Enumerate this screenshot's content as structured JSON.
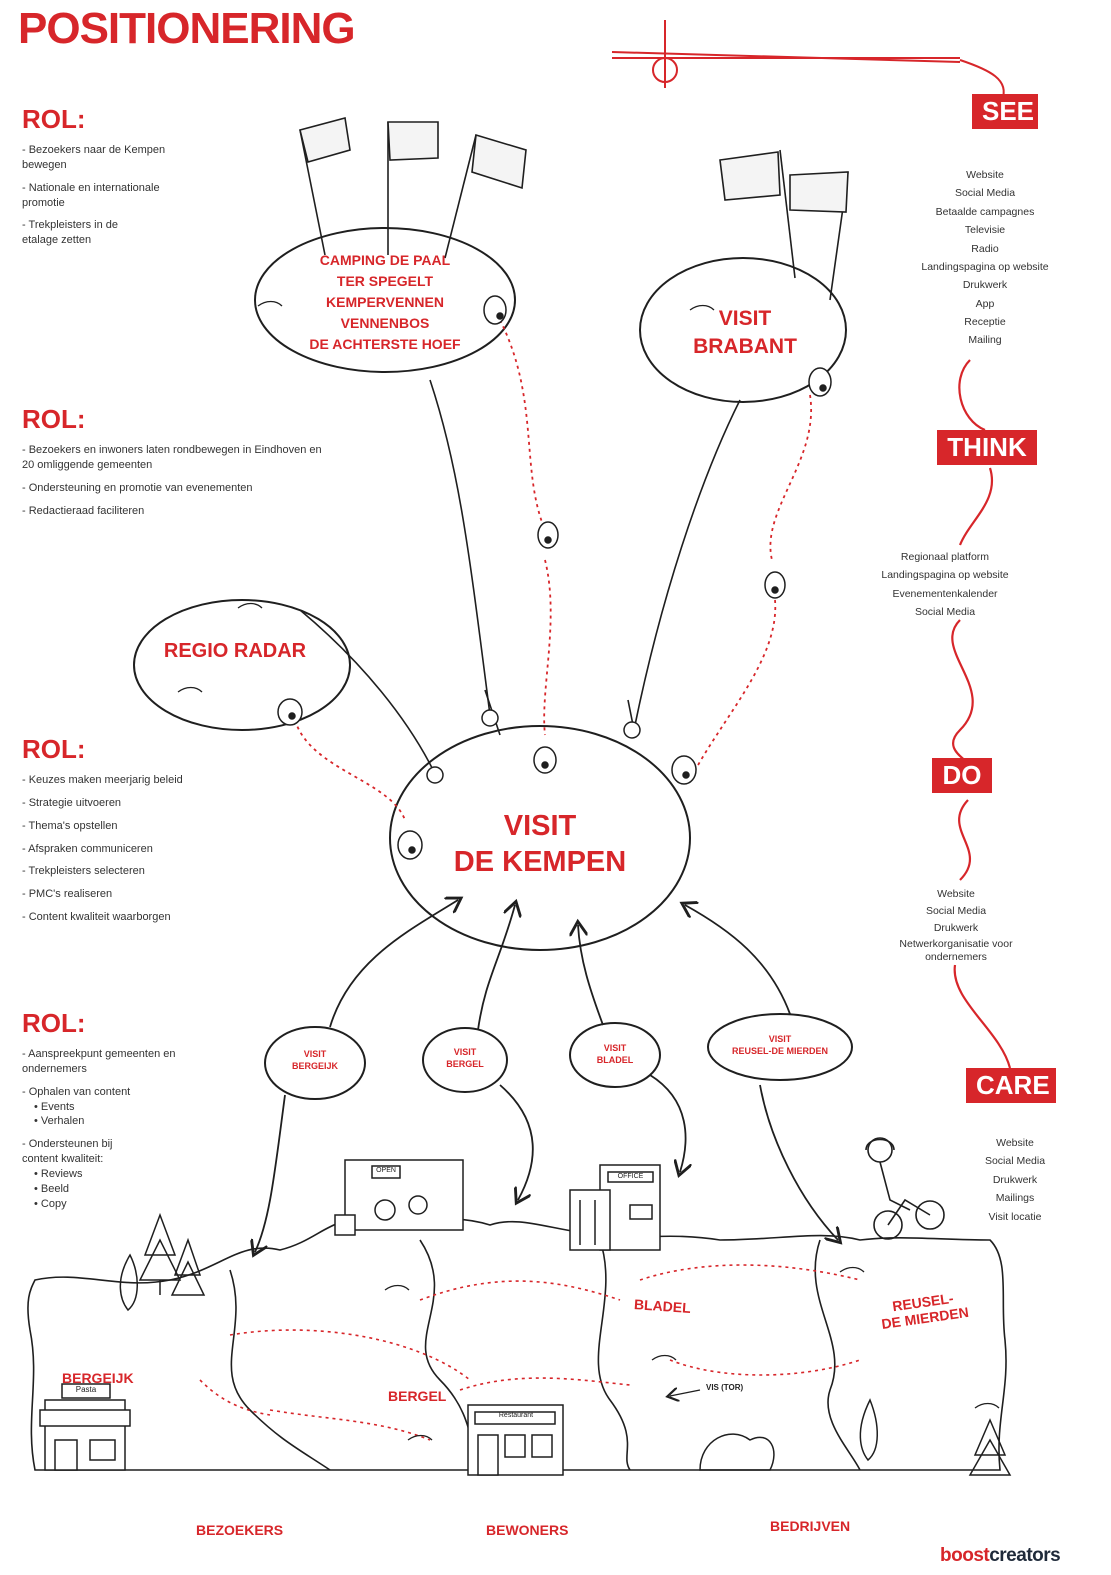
{
  "title": "POSITIONERING",
  "roles": [
    {
      "heading": "ROL:",
      "items": [
        "- Bezoekers naar de Kempen bewegen",
        "- Nationale en internationale promotie",
        "- Trekpleisters in de etalage zetten"
      ]
    },
    {
      "heading": "ROL:",
      "items": [
        "- Bezoekers en inwoners laten rondbewegen in Eindhoven en 20 omliggende gemeenten",
        "- Ondersteuning en promotie van evenementen",
        "- Redactieraad faciliteren"
      ]
    },
    {
      "heading": "ROL:",
      "items": [
        "- Keuzes maken meerjarig beleid",
        "- Strategie uitvoeren",
        "- Thema's opstellen",
        "- Afspraken communiceren",
        "- Trekpleisters selecteren",
        "- PMC's realiseren",
        "- Content kwaliteit waarborgen"
      ]
    },
    {
      "heading": "ROL:",
      "items": [
        "- Aanspreekpunt gemeenten en ondernemers",
        "- Ophalen van content",
        "• Events",
        "• Verhalen",
        "- Ondersteunen bij content kwaliteit:",
        "• Reviews",
        "• Beeld",
        "• Copy"
      ]
    }
  ],
  "bubbles": {
    "camping": [
      "CAMPING DE PAAL",
      "TER SPEGELT",
      "KEMPERVENNEN",
      "VENNENBOS",
      "DE ACHTERSTE HOEF"
    ],
    "brabant": [
      "VISIT",
      "BRABANT"
    ],
    "regio": "REGIO RADAR",
    "kempen": [
      "VISIT",
      "DE KEMPEN"
    ],
    "small": [
      {
        "l1": "VISIT",
        "l2": "BERGEIJK"
      },
      {
        "l1": "VISIT",
        "l2": "BERGEL"
      },
      {
        "l1": "VISIT",
        "l2": "BLADEL"
      },
      {
        "l1": "VISIT",
        "l2": "REUSEL-DE MIERDEN"
      }
    ]
  },
  "stages": [
    {
      "label": "SEE",
      "items": [
        "Website",
        "Social Media",
        "Betaalde campagnes",
        "Televisie",
        "Radio",
        "Landingspagina op website",
        "Drukwerk",
        "App",
        "Receptie",
        "Mailing"
      ]
    },
    {
      "label": "THINK",
      "items": [
        "Regionaal platform",
        "Landingspagina op website",
        "Evenementenkalender",
        "Social Media"
      ]
    },
    {
      "label": "DO",
      "items": [
        "Website",
        "Social Media",
        "Drukwerk",
        "Netwerkorganisatie voor",
        "ondernemers"
      ]
    },
    {
      "label": "CARE",
      "items": [
        "Website",
        "Social Media",
        "Drukwerk",
        "Mailings",
        "Visit locatie"
      ]
    }
  ],
  "map_labels": {
    "bergeijk": "BERGEIJK",
    "bergel": "BERGEL",
    "bladel": "BLADEL",
    "reusel1": "REUSEL-",
    "reusel2": "DE MIERDEN",
    "vvv": "VIS (TOR)",
    "sign_pasta": "Pasta",
    "sign_restaurant": "Restaurant",
    "sign_open": "OPEN",
    "sign_office": "OFFICE"
  },
  "bottom": [
    "BEZOEKERS",
    "BEWONERS",
    "BEDRIJVEN"
  ],
  "brand": {
    "part1": "boost",
    "part2": "creators"
  },
  "colors": {
    "accent": "#d7262a",
    "ink": "#1f1f1f",
    "background": "#ffffff"
  }
}
